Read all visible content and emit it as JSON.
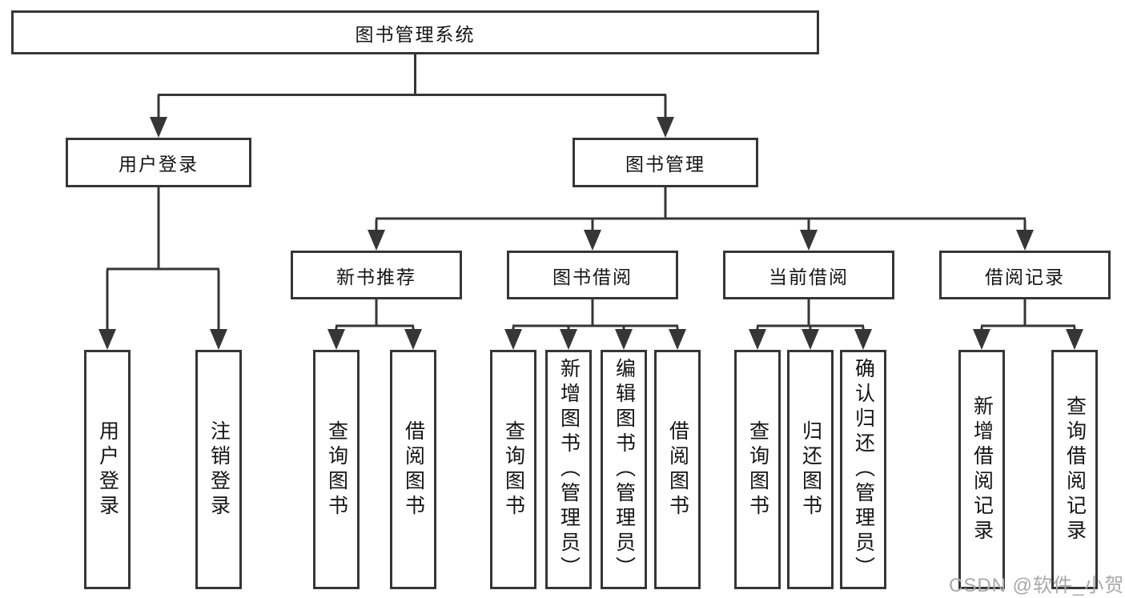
{
  "diagram": {
    "root": {
      "label": "图书管理系统"
    },
    "branches": [
      {
        "label": "用户登录",
        "children": [
          {
            "label": "用户登录"
          },
          {
            "label": "注销登录"
          }
        ]
      },
      {
        "label": "图书管理",
        "children": [
          {
            "label": "新书推荐",
            "children": [
              {
                "label": "查询图书"
              },
              {
                "label": "借阅图书"
              }
            ]
          },
          {
            "label": "图书借阅",
            "children": [
              {
                "label": "查询图书"
              },
              {
                "label": "新增图书（管理员）"
              },
              {
                "label": "编辑图书（管理员）"
              },
              {
                "label": "借阅图书"
              }
            ]
          },
          {
            "label": "当前借阅",
            "children": [
              {
                "label": "查询图书"
              },
              {
                "label": "归还图书"
              },
              {
                "label": "确认归还（管理员）"
              }
            ]
          },
          {
            "label": "借阅记录",
            "children": [
              {
                "label": "新增借阅记录"
              },
              {
                "label": "查询借阅记录"
              }
            ]
          }
        ]
      }
    ]
  },
  "watermark": {
    "text": "CSDN @软件_小贺同学"
  },
  "colors": {
    "line": "#363636",
    "box_border": "#363636",
    "text": "#141414",
    "watermark": "#a9a9a9"
  }
}
